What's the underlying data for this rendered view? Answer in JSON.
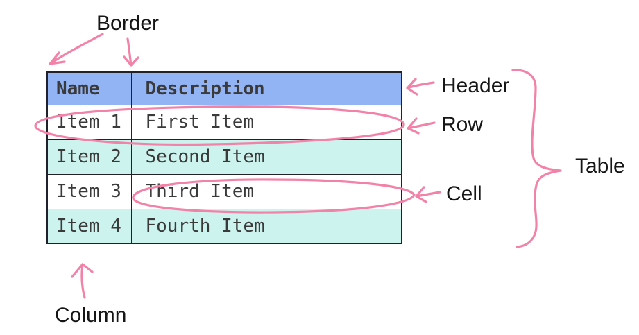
{
  "colors": {
    "header-bg": "#93B4F4",
    "row-alt-bg": "#CDF3EF",
    "annotation": "#F282A7",
    "table-border": "#21212B",
    "cell-text": "#3A3A3A",
    "label-text": "#161616",
    "canvas-bg": "#FFFFFF"
  },
  "table": {
    "headers": [
      "Name",
      "Description"
    ],
    "rows": [
      {
        "name": "Item 1",
        "description": "First Item"
      },
      {
        "name": "Item 2",
        "description": "Second Item"
      },
      {
        "name": "Item 3",
        "description": "Third Item"
      },
      {
        "name": "Item 4",
        "description": "Fourth Item"
      }
    ]
  },
  "annotations": {
    "border": "Border",
    "header": "Header",
    "row": "Row",
    "cell": "Cell",
    "table": "Table",
    "column": "Column"
  }
}
